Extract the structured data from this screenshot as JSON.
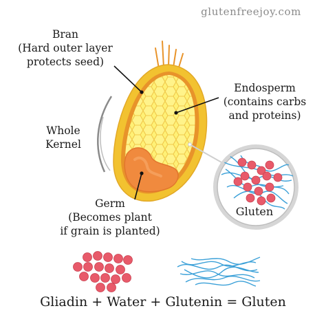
{
  "watermark": "glutenfreejoy.com",
  "labels": {
    "bran": [
      "Bran",
      "(Hard outer layer",
      "protects seed)"
    ],
    "endosperm": [
      "Endosperm",
      "(contains carbs",
      "and proteins)"
    ],
    "whole_kernel": [
      "Whole",
      "Kernel"
    ],
    "germ": [
      "Germ",
      "(Becomes plant",
      "if grain is planted)"
    ],
    "gluten": "Gluten"
  },
  "equation": "Gliadin + Water + Glutenin = Gluten",
  "colors": {
    "bran_outer": "#f2c230",
    "bran_inner": "#e8932a",
    "endosperm": "#fff176",
    "endosperm_cell_stroke": "#f0c84a",
    "germ": "#f08a3e",
    "gliadin_ball": "#e85a6a",
    "glutenin_strand": "#3aa0d8",
    "magnifier_ring": "#cfcfcf"
  }
}
